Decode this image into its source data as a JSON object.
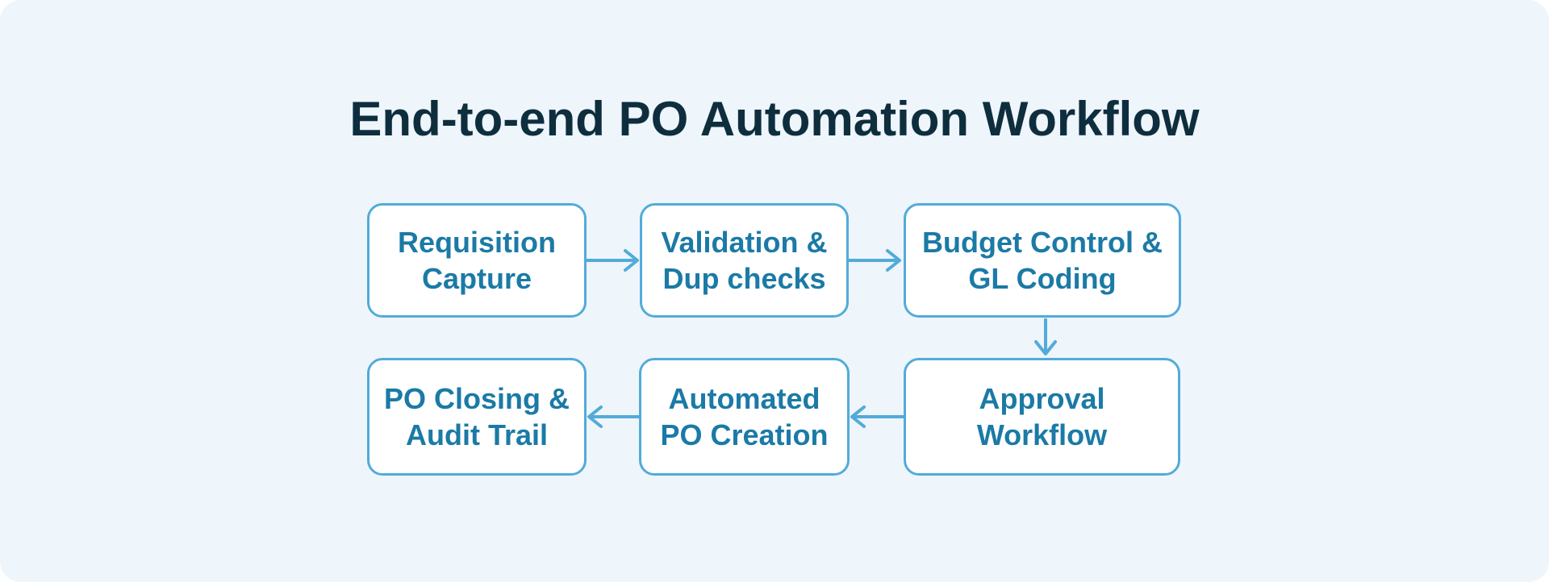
{
  "title": "End-to-end PO Automation Workflow",
  "diagram": {
    "type": "flowchart",
    "nodes": [
      {
        "id": "requisition-capture",
        "label": "Requisition\nCapture",
        "row": 1,
        "col": 1
      },
      {
        "id": "validation-dup-checks",
        "label": "Validation &\nDup checks",
        "row": 1,
        "col": 2
      },
      {
        "id": "budget-control-gl-coding",
        "label": "Budget Control &\nGL Coding",
        "row": 1,
        "col": 3
      },
      {
        "id": "po-closing-audit-trail",
        "label": "PO Closing &\nAudit Trail",
        "row": 2,
        "col": 1
      },
      {
        "id": "automated-po-creation",
        "label": "Automated\nPO Creation",
        "row": 2,
        "col": 2
      },
      {
        "id": "approval-workflow",
        "label": "Approval\nWorkflow",
        "row": 2,
        "col": 3
      }
    ],
    "edges": [
      {
        "from": "requisition-capture",
        "to": "validation-dup-checks",
        "direction": "right"
      },
      {
        "from": "validation-dup-checks",
        "to": "budget-control-gl-coding",
        "direction": "right"
      },
      {
        "from": "budget-control-gl-coding",
        "to": "approval-workflow",
        "direction": "down"
      },
      {
        "from": "approval-workflow",
        "to": "automated-po-creation",
        "direction": "left"
      },
      {
        "from": "automated-po-creation",
        "to": "po-closing-audit-trail",
        "direction": "left"
      }
    ]
  },
  "colors": {
    "canvas_background": "#ffffff",
    "panel_background": "#eef5fb",
    "node_background": "#ffffff",
    "node_border": "#52abd9",
    "node_text": "#1b7aa6",
    "arrow": "#52abd9",
    "title_text": "#0e2e3e"
  }
}
